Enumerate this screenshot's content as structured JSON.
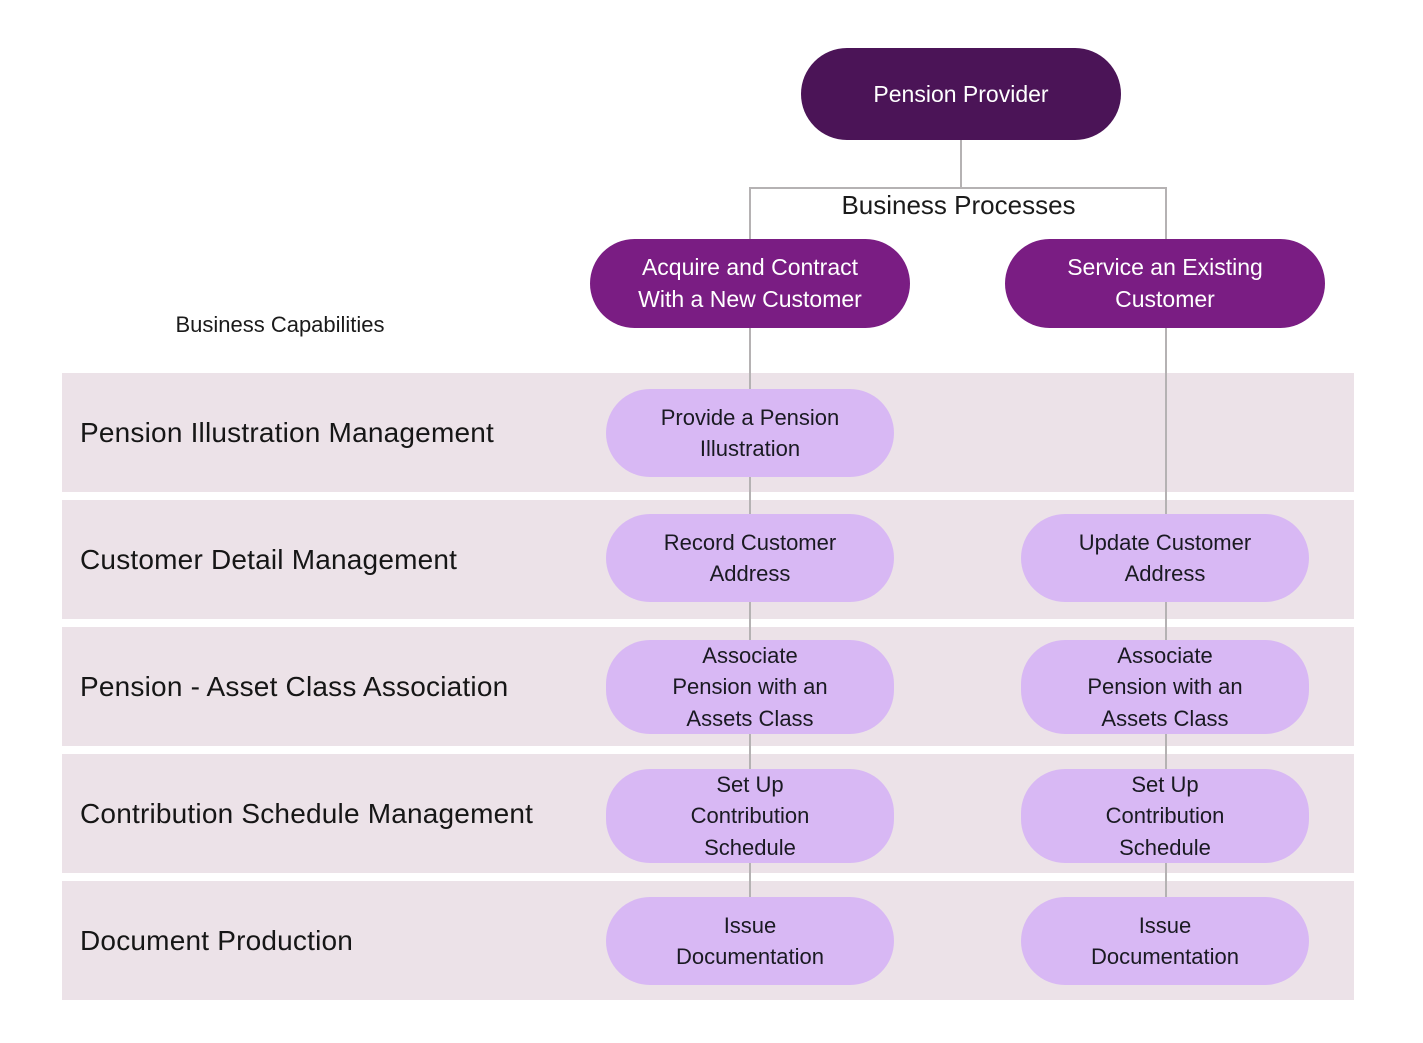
{
  "root": {
    "label": "Pension Provider"
  },
  "headers": {
    "processes": "Business Processes",
    "capabilities": "Business Capabilities"
  },
  "processes": [
    {
      "label": "Acquire and Contract\nWith a New Customer"
    },
    {
      "label": "Service an Existing\nCustomer"
    }
  ],
  "rows": [
    {
      "capability": "Pension Illustration Management",
      "cells": {
        "col1": "Provide a Pension\nIllustration",
        "col2": null
      }
    },
    {
      "capability": "Customer Detail Management",
      "cells": {
        "col1": "Record Customer\nAddress",
        "col2": "Update Customer\nAddress"
      }
    },
    {
      "capability": "Pension - Asset Class Association",
      "cells": {
        "col1": "Associate\nPension with an\nAssets Class",
        "col2": "Associate\nPension with an\nAssets Class"
      }
    },
    {
      "capability": "Contribution Schedule Management",
      "cells": {
        "col1": "Set Up\nContribution\nSchedule",
        "col2": "Set Up\nContribution\nSchedule"
      }
    },
    {
      "capability": "Document Production",
      "cells": {
        "col1": "Issue\nDocumentation",
        "col2": "Issue\nDocumentation"
      }
    }
  ],
  "colors": {
    "root_pill": "#4b1457",
    "process_pill": "#7a1d83",
    "capability_pill": "#d8b8f4",
    "row_band": "#ece2e8",
    "connector": "#b5b2b3",
    "text_dark": "#161616",
    "text_light": "#ffffff"
  }
}
